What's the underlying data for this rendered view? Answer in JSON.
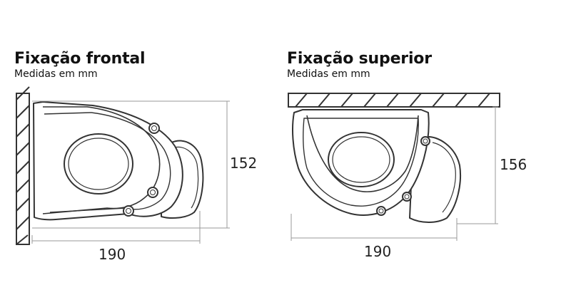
{
  "front": {
    "title": "Fixação frontal",
    "subtitle": "Medidas em mm",
    "dim_height": "152",
    "dim_width": "190"
  },
  "top": {
    "title": "Fixação superior",
    "subtitle": "Medidas em mm",
    "dim_height": "156",
    "dim_width": "190"
  },
  "colors": {
    "line": "#333333",
    "dimension_line": "#999999",
    "fill": "#ffffff"
  }
}
